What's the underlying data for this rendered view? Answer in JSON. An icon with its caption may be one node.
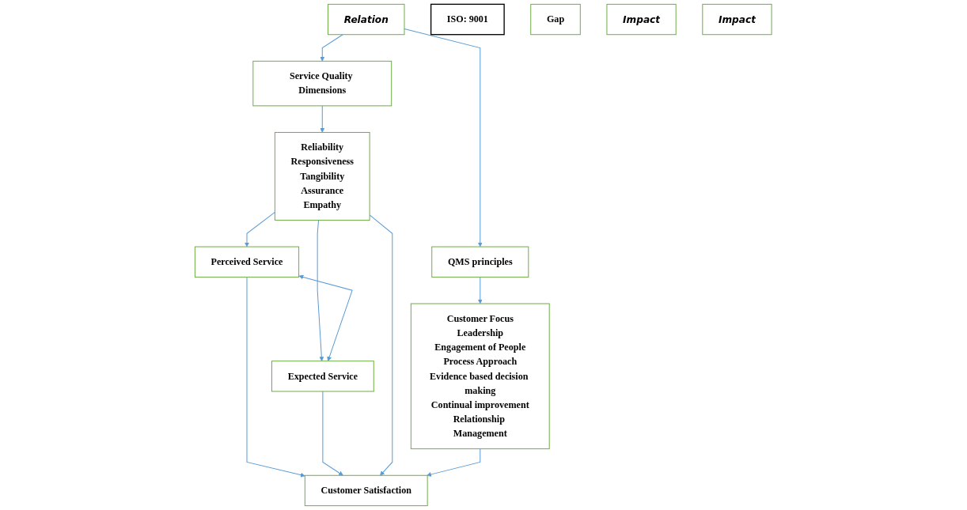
{
  "diagram": {
    "nodes": [
      {
        "text": [
          "Relation"
        ]
      },
      {
        "text": [
          "ISO: 9001"
        ]
      },
      {
        "text": [
          "QMS principles"
        ]
      },
      {
        "text": [
          "Service Quality Dimensions"
        ]
      },
      {
        "text": [
          "Customer Focus",
          "Leadership",
          "Engagement of People",
          "Process Approach",
          "Evidence based decision making",
          "Continual improvement",
          "Relationship Management"
        ]
      },
      {
        "text": [
          "Reliability",
          "Responsiveness",
          "Tangibility",
          "Assurance",
          "Empathy"
        ]
      },
      {
        "text": [
          "Perceived Service"
        ]
      },
      {
        "text": [
          "Gap"
        ]
      },
      {
        "text": [
          "Expected Service"
        ]
      },
      {
        "text": [
          "Customer Satisfaction"
        ]
      },
      {
        "text": [
          "Impact"
        ]
      },
      {
        "text": [
          "Impact"
        ]
      }
    ],
    "edges": [
      {
        "from": 0,
        "to": 2,
        "arrow": "to"
      },
      {
        "from": 0,
        "to": 3,
        "arrow": "to"
      },
      {
        "from": 2,
        "to": 4,
        "arrow": "to"
      },
      {
        "from": 3,
        "to": 5,
        "arrow": "to"
      },
      {
        "from": 5,
        "to": 6,
        "arrow": "to"
      },
      {
        "from": 5,
        "to": 8,
        "arrow": "to"
      },
      {
        "from": 6,
        "to": 8,
        "arrow": "both"
      },
      {
        "from": 6,
        "to": 9,
        "arrow": "to"
      },
      {
        "from": 8,
        "to": 9,
        "arrow": "to"
      },
      {
        "from": 5,
        "to": 9,
        "arrow": "to"
      },
      {
        "from": 4,
        "to": 9,
        "arrow": "to"
      }
    ]
  }
}
